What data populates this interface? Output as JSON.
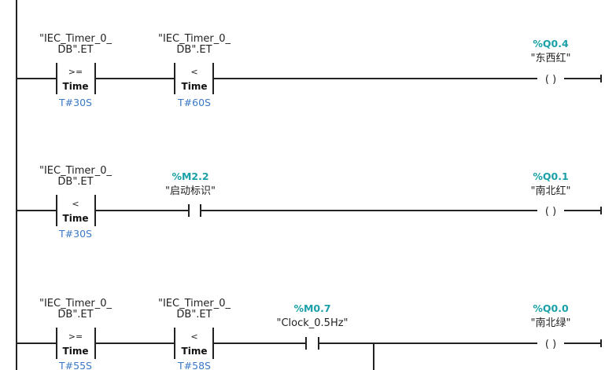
{
  "networks": [
    {
      "elements": [
        {
          "kind": "compare",
          "tag_line1": "\"IEC_Timer_0_",
          "tag_line2": "DB\".ET",
          "op": ">=",
          "type": "Time",
          "value": "T#30S"
        },
        {
          "kind": "compare",
          "tag_line1": "\"IEC_Timer_0_",
          "tag_line2": "DB\".ET",
          "op": "<",
          "type": "Time",
          "value": "T#60S"
        }
      ],
      "coil": {
        "address": "%Q0.4",
        "name": "\"东西红\"",
        "symbol": "(  )"
      }
    },
    {
      "elements": [
        {
          "kind": "compare",
          "tag_line1": "\"IEC_Timer_0_",
          "tag_line2": "DB\".ET",
          "op": "<",
          "type": "Time",
          "value": "T#30S"
        },
        {
          "kind": "contact",
          "address": "%M2.2",
          "name": "\"启动标识\""
        }
      ],
      "coil": {
        "address": "%Q0.1",
        "name": "\"南北红\"",
        "symbol": "(  )"
      }
    },
    {
      "elements": [
        {
          "kind": "compare",
          "tag_line1": "\"IEC_Timer_0_",
          "tag_line2": "DB\".ET",
          "op": ">=",
          "type": "Time",
          "value": "T#55S"
        },
        {
          "kind": "compare",
          "tag_line1": "\"IEC_Timer_0_",
          "tag_line2": "DB\".ET",
          "op": "<",
          "type": "Time",
          "value": "T#58S"
        },
        {
          "kind": "contact",
          "address": "%M0.7",
          "name": "\"Clock_0.5Hz\""
        }
      ],
      "coil": {
        "address": "%Q0.0",
        "name": "\"南北绿\"",
        "symbol": "(  )"
      }
    }
  ]
}
